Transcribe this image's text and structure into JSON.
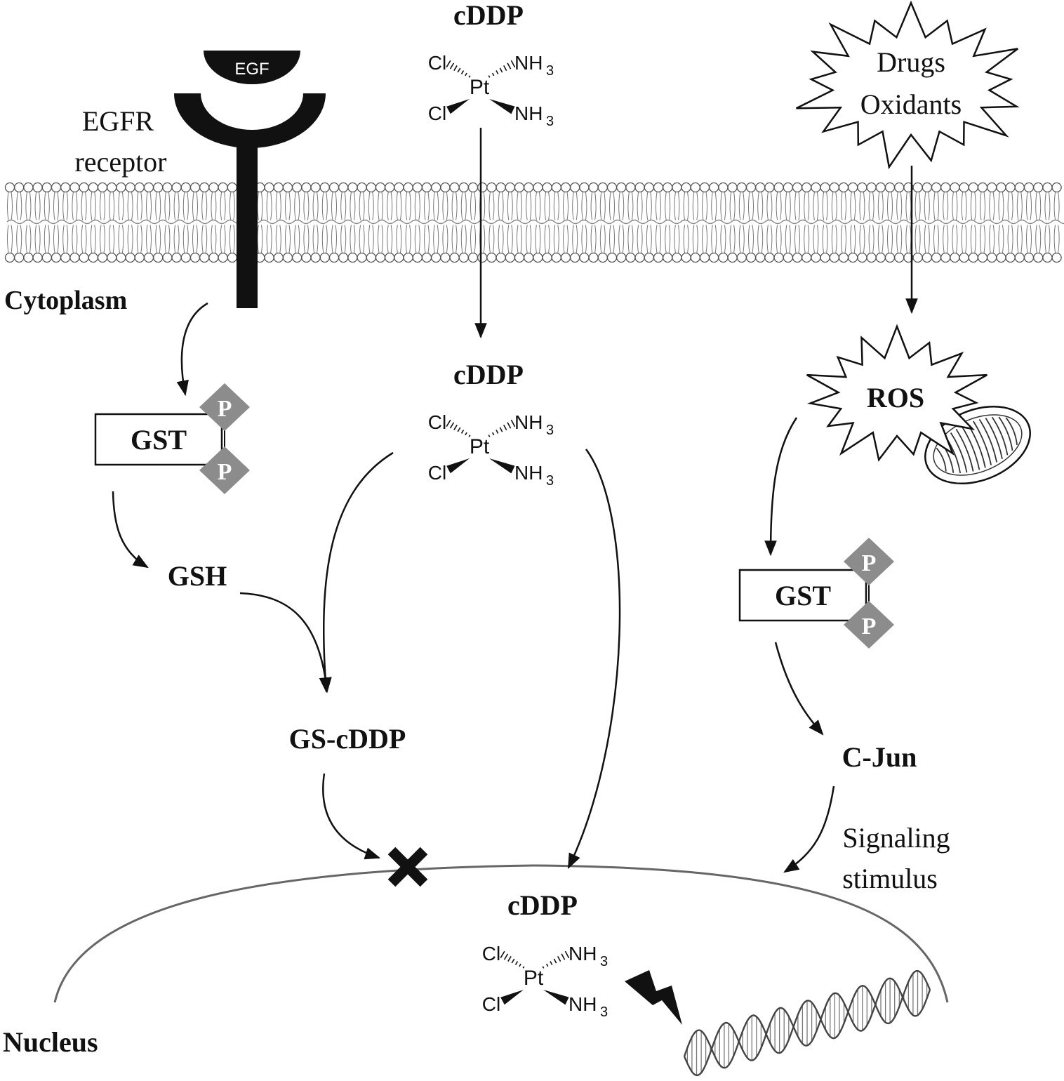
{
  "labels": {
    "egf": "EGF",
    "egfr_line1": "EGFR",
    "egfr_line2": "receptor",
    "cytoplasm": "Cytoplasm",
    "nucleus": "Nucleus",
    "cddp_top": "cDDP",
    "cddp_mid": "cDDP",
    "cddp_nucleus": "cDDP",
    "drugs": "Drugs",
    "oxidants": "Oxidants",
    "ros": "ROS",
    "gst_left": "GST",
    "gst_right": "GST",
    "phospho": "P",
    "gsh": "GSH",
    "gs_cddp": "GS-cDDP",
    "c_jun": "C-Jun",
    "signaling_line1": "Signaling",
    "signaling_line2": "stimulus"
  },
  "cisplatin": {
    "cl": "Cl",
    "pt": "Pt",
    "nh": "NH",
    "sub3": "3"
  },
  "colors": {
    "ink": "#111111",
    "phospho_fill": "#8c8c8c",
    "membrane_head": "#ffffff",
    "membrane_line": "#777777",
    "nucleus_line": "#666666"
  }
}
